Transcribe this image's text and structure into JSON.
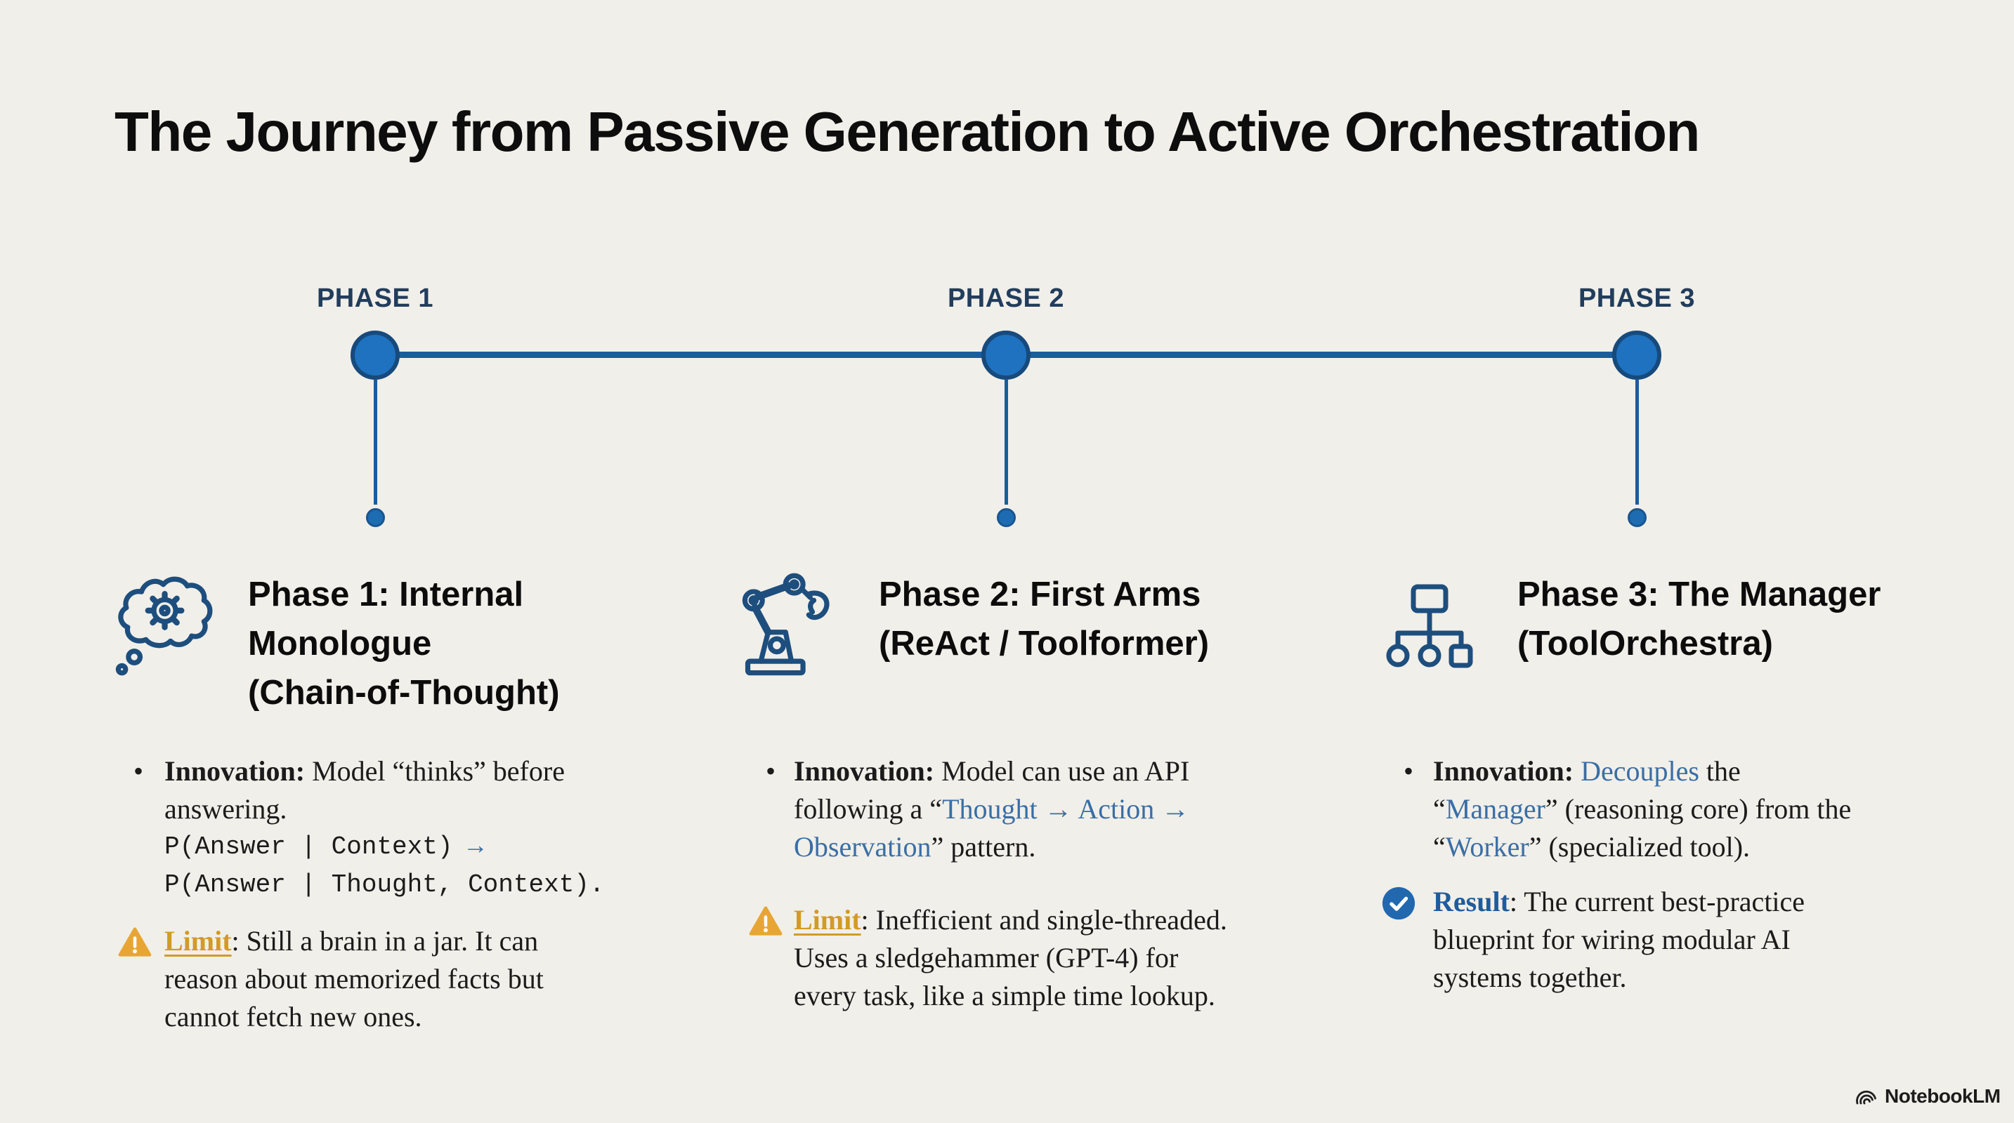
{
  "title": "The Journey from Passive Generation to Active Orchestration",
  "colors": {
    "background": "#f1efe9",
    "timeline_blue": "#1c5c9c",
    "node_fill": "#1e72c0",
    "icon_stroke": "#1d4e7e",
    "inline_link_blue": "#3a6ea5",
    "warning_gold": "#d29b26",
    "warning_fill": "#e7a634",
    "result_blue": "#1f5c9d",
    "check_fill": "#2168af"
  },
  "phases": [
    {
      "label": "PHASE 1",
      "icon": "thought-bubble-gear-icon",
      "heading_lines": [
        "Phase 1: Internal",
        "Monologue",
        "(Chain-of-Thought)"
      ],
      "bullet_marker": "•",
      "innovation": {
        "label": "Innovation:",
        "text": " Model “thinks” before answering.",
        "formula_line1": "P(Answer | Context) ",
        "formula_arrow": "→",
        "formula_line2": "P(Answer | Thought, Context)."
      },
      "limit": {
        "label": "Limit",
        "text": ": Still a brain in a jar. It can reason about memorized facts but cannot fetch new ones."
      }
    },
    {
      "label": "PHASE 2",
      "icon": "robot-arm-icon",
      "heading_lines": [
        "Phase 2: First Arms",
        "(ReAct / Toolformer)"
      ],
      "bullet_marker": "•",
      "innovation": {
        "label": "Innovation:",
        "pre": " Model can use an API following a “",
        "blue": "Thought → Action → Observation",
        "post": "” pattern."
      },
      "limit": {
        "label": "Limit",
        "text": ": Inefficient and single-threaded. Uses a sledgehammer (GPT-4) for every task, like a simple time lookup."
      }
    },
    {
      "label": "PHASE 3",
      "icon": "org-chart-icon",
      "heading_lines": [
        "Phase 3: The Manager",
        "(ToolOrchestra)"
      ],
      "bullet_marker": "•",
      "innovation": {
        "label": "Innovation:",
        "blue1": " Decouples",
        "seg2": " the “",
        "blue2": "Manager",
        "seg3": "” (reasoning core) from the “",
        "blue3": "Worker",
        "seg4": "” (specialized tool)."
      },
      "result": {
        "label": "Result",
        "text": ": The current best-practice blueprint for wiring modular AI systems together."
      }
    }
  ],
  "footer": {
    "brand": "NotebookLM"
  }
}
